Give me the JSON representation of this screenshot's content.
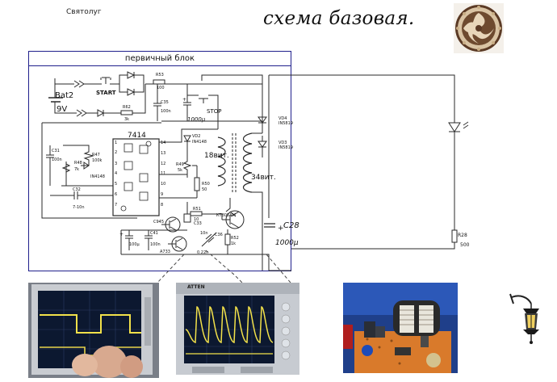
{
  "author": "Святолуг",
  "title": "схема базовая.",
  "block_title": "первичный блок",
  "labels": {
    "bat": "Bat2",
    "bat_v": "9V",
    "start": "START",
    "stop": "STOP",
    "ic": "7414",
    "r53": "R53",
    "r53v": "100",
    "r62": "R62",
    "r62v": "3k",
    "c35": "C35",
    "c35v": "100n",
    "c_stop": "1000µ",
    "c31": "C31",
    "c31v": "100n",
    "r47": "R47",
    "r47v": "100k",
    "r48": "R48",
    "r48v": "7k",
    "in4148a": "IN4148",
    "c32": "C32",
    "c32v": "7-10n",
    "vd2": "VD2",
    "vd2v": "IN4148",
    "turns1": "18вит.",
    "turns2": "34вит.",
    "r49": "R49",
    "r49v": "5k",
    "r50": "R50",
    "r50v": "50",
    "r51": "R51",
    "r51v": "10",
    "c33": "C33",
    "c33v": "10n",
    "kt": "КТ805АМ",
    "c945": "C945",
    "a733": "A733",
    "c41": "C41",
    "c41v": "100n",
    "c_low": "100µ",
    "c36": "C36",
    "c36v": "0.22n",
    "r52": "R52",
    "r52v": "1k",
    "vd4": "VD4",
    "vd4v": "IN5819",
    "vd3": "VD3",
    "vd3v": "IN5819",
    "c28": "C28",
    "c28v": "1000µ",
    "r28": "R28",
    "r28v": "500",
    "pin_numbers": [
      "1",
      "2",
      "3",
      "4",
      "5",
      "6",
      "7",
      "14",
      "13",
      "12",
      "11",
      "10",
      "9",
      "8"
    ],
    "scope_brand": "ATTEN"
  },
  "colors": {
    "frame": "#20208c",
    "wire": "#2a2a2a",
    "scope_bg": "#0d1a33",
    "trace": "#f2e14a"
  }
}
